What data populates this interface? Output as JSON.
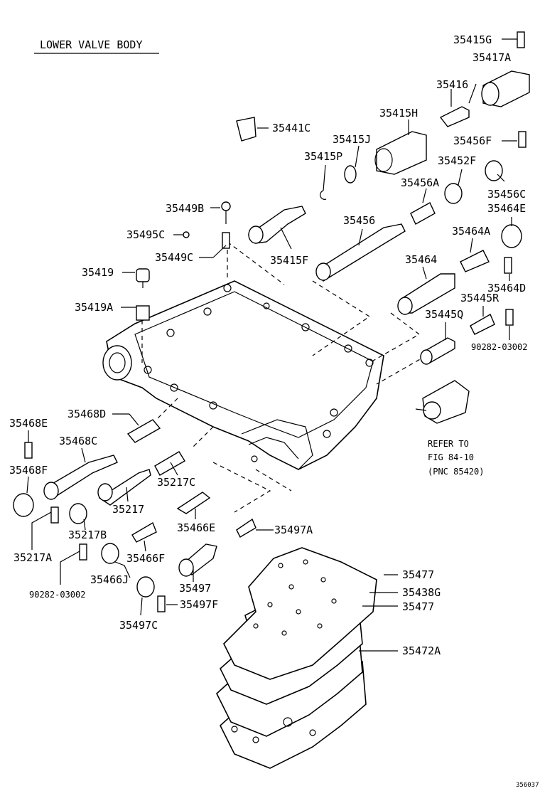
{
  "title": "LOWER VALVE BODY",
  "figure_code": "356037",
  "parts": {
    "p35415G": "35415G",
    "p35417A": "35417A",
    "p35416": "35416",
    "p35441C": "35441C",
    "p35415H": "35415H",
    "p35415J": "35415J",
    "p35456F": "35456F",
    "p35415P": "35415P",
    "p35452F": "35452F",
    "p35456A": "35456A",
    "p35456C": "35456C",
    "p35449B": "35449B",
    "p35464E": "35464E",
    "p35456": "35456",
    "p35495C": "35495C",
    "p35464A": "35464A",
    "p35449C": "35449C",
    "p35415F": "35415F",
    "p35419": "35419",
    "p35464": "35464",
    "p35464D": "35464D",
    "p35445R": "35445R",
    "p35419A": "35419A",
    "p35445Q": "35445Q",
    "p90282_a": "90282-03002",
    "p35468D": "35468D",
    "p35468E": "35468E",
    "p35468C": "35468C",
    "p35468F": "35468F",
    "p35217C": "35217C",
    "p35217": "35217",
    "p35466E": "35466E",
    "p35497A": "35497A",
    "p35217B": "35217B",
    "p35217A": "35217A",
    "p35466F": "35466F",
    "p35477_a": "35477",
    "p35466J": "35466J",
    "p35497": "35497",
    "p35438G": "35438G",
    "p90282_b": "90282-03002",
    "p35477_b": "35477",
    "p35497F": "35497F",
    "p35497C": "35497C",
    "p35472A": "35472A"
  },
  "refer": {
    "line1": "REFER TO",
    "line2": "FIG 84-10",
    "line3": "(PNC 85420)"
  }
}
